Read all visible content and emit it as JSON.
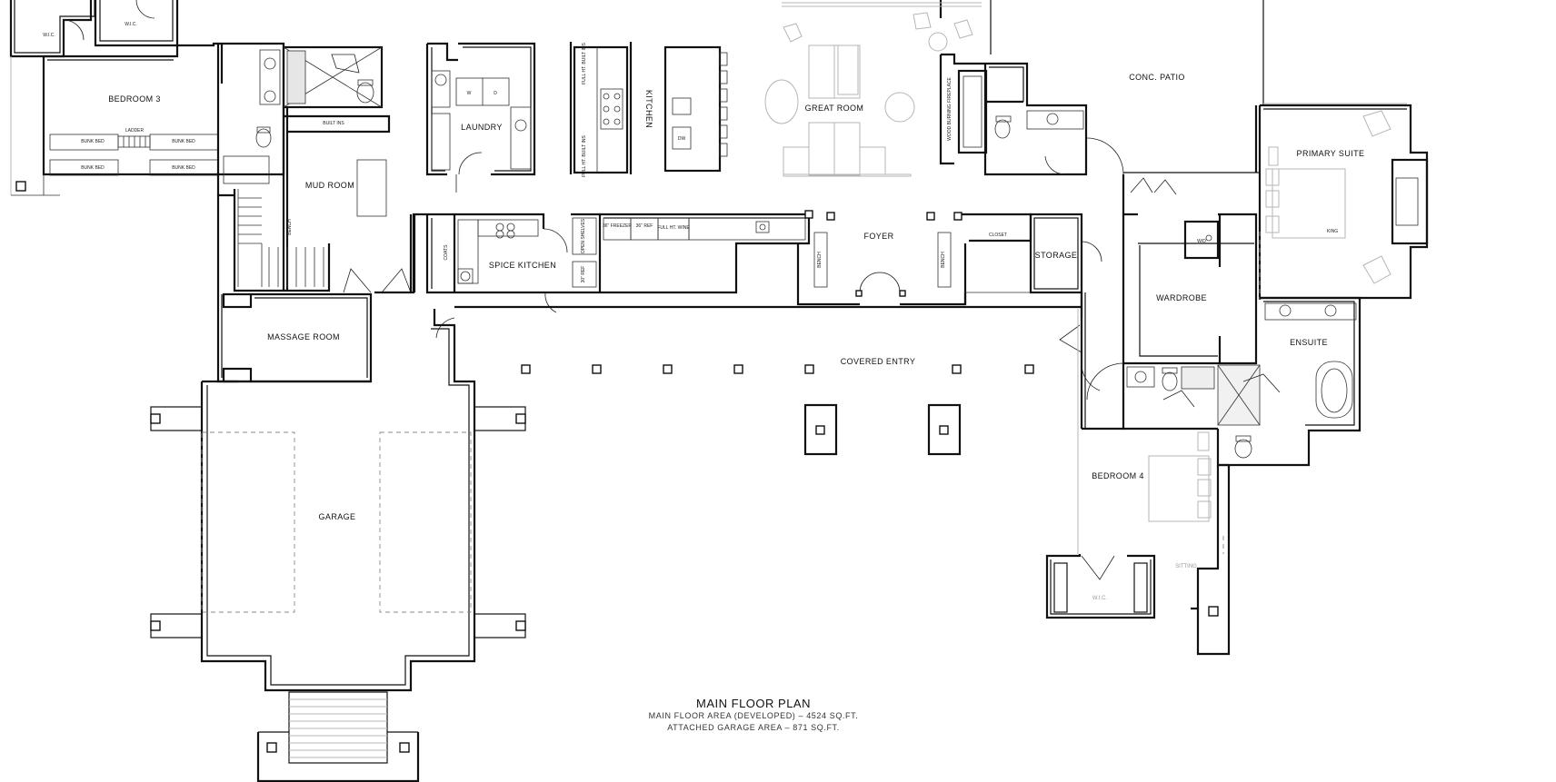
{
  "title": {
    "main": "MAIN FLOOR PLAN",
    "developed_area": "MAIN FLOOR AREA (DEVELOPED) – 4524 SQ.FT.",
    "garage_area": "ATTACHED GARAGE AREA – 871 SQ.FT."
  },
  "rooms": {
    "bedroom3": "BEDROOM 3",
    "mud_room": "MUD ROOM",
    "laundry": "LAUNDRY",
    "kitchen": "KITCHEN",
    "great_room": "GREAT ROOM",
    "conc_patio": "CONC. PATIO",
    "primary_suite": "PRIMARY SUITE",
    "spice_kitchen": "SPICE KITCHEN",
    "foyer": "FOYER",
    "storage": "STORAGE",
    "wardrobe": "WARDROBE",
    "massage_room": "MASSAGE ROOM",
    "covered_entry": "COVERED ENTRY",
    "ensuite": "ENSUITE",
    "garage": "GARAGE",
    "bedroom4": "BEDROOM 4"
  },
  "small_labels": {
    "wic_top_left": "W.I.C.",
    "wic_top": "W.I.C.",
    "bunk_bed": "BUNK BED",
    "ladder": "LADDER",
    "built_ins": "BUILT INS",
    "wd": "W/D",
    "full_ht_built_ins": "FULL HT. BUILT INS",
    "full_ht_wine": "FULL HT. WINE",
    "freezer": "36\" FREEZER",
    "ref_36": "36\" REF",
    "ref_30": "30\" REF",
    "open_shelves": "OPEN SHELVES",
    "coats": "COATS",
    "bench": "BENCH",
    "closet": "CLOSET",
    "wood_fireplace": "WOOD BURNING FIREPLACE",
    "wic_bedroom4": "W.I.C.",
    "sitting": "SITTING",
    "king": "KING"
  },
  "colors": {
    "wall": "#111111",
    "furniture": "#b5b5b5",
    "dashed": "#8a8a8a",
    "background": "#ffffff"
  }
}
